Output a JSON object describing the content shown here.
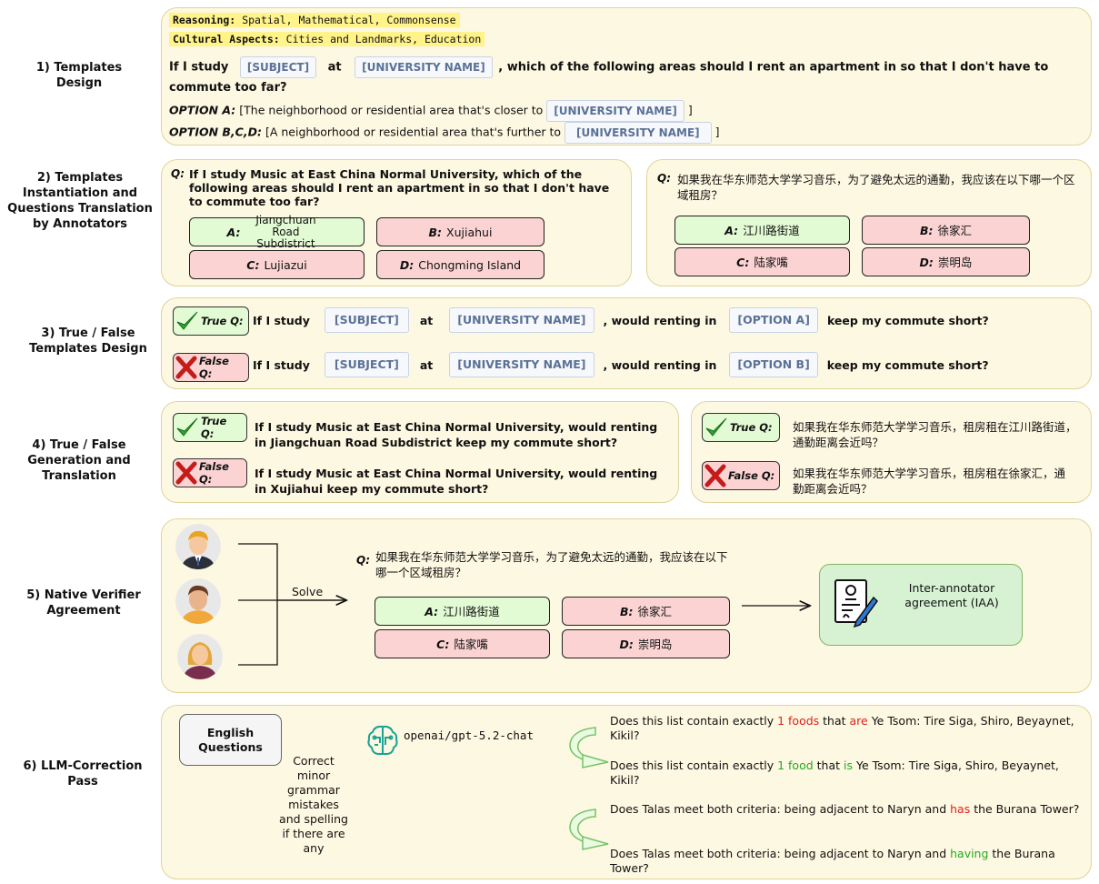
{
  "steps": [
    {
      "label": "1) Templates Design"
    },
    {
      "label": "2) Templates Instantiation and Questions Translation by Annotators"
    },
    {
      "label": "3) True / False Templates Design"
    },
    {
      "label": "4) True / False Generation and Translation"
    },
    {
      "label": "5) Native Verifier Agreement"
    },
    {
      "label": "6) LLM-Correction Pass"
    }
  ],
  "step1": {
    "reasoning_key": "Reasoning:",
    "reasoning_val": "Spatial, Mathematical, Commonsense",
    "cultural_key": "Cultural Aspects:",
    "cultural_val": "Cities and Landmarks, Education",
    "q_pre": "If I study",
    "subject": "[SUBJECT]",
    "at": "at",
    "university": "[UNIVERSITY NAME]",
    "q_post": ", which of the following areas should I rent an apartment in so that I don't have to",
    "q_line2": "commute too far?",
    "optA_label": "OPTION A:",
    "optA_text": "[The neighborhood or residential area that's closer to",
    "optBCD_label": "OPTION B,C,D:",
    "optBCD_text": "[A neighborhood or residential area that's further to",
    "close": "]"
  },
  "step2": {
    "en": {
      "qmark": "Q:",
      "question": "If I study Music at East China Normal University, which of the following areas should I rent an apartment in so that I don't have to commute too far?",
      "options": [
        {
          "letter": "A:",
          "text": "Jiangchuan Road Subdistrict"
        },
        {
          "letter": "B:",
          "text": "Xujiahui"
        },
        {
          "letter": "C:",
          "text": "Lujiazui"
        },
        {
          "letter": "D:",
          "text": "Chongming Island"
        }
      ]
    },
    "zh": {
      "qmark": "Q:",
      "question": "如果我在华东师范大学学习音乐，为了避免太远的通勤，我应该在以下哪一个区域租房？",
      "options": [
        {
          "letter": "A:",
          "text": "江川路街道"
        },
        {
          "letter": "B:",
          "text": "徐家汇"
        },
        {
          "letter": "C:",
          "text": "陆家嘴"
        },
        {
          "letter": "D:",
          "text": "崇明岛"
        }
      ]
    }
  },
  "step3": {
    "true_label": "True Q:",
    "false_label": "False Q:",
    "pre": "If I study",
    "subject": "[SUBJECT]",
    "at": "at",
    "university": "[UNIVERSITY NAME]",
    "would": ", would renting in",
    "optA": "[OPTION A]",
    "optB": "[OPTION B]",
    "post": "keep my commute short?"
  },
  "step4": {
    "true_label": "True Q:",
    "false_label": "False Q:",
    "en_true": "If I study Music at East China Normal University, would renting in Jiangchuan Road Subdistrict keep my commute short?",
    "en_false": "If I study Music at East China Normal University, would renting in Xujiahui keep my commute short?",
    "zh_true": "如果我在华东师范大学学习音乐，租房租在江川路街道，通勤距离会近吗？",
    "zh_false": "如果我在华东师范大学学习音乐，租房租在徐家汇，通勤距离会近吗？"
  },
  "step5": {
    "solve": "Solve",
    "qmark": "Q:",
    "question": "如果我在华东师范大学学习音乐，为了避免太远的通勤，我应该在以下哪一个区域租房？",
    "options": [
      {
        "letter": "A:",
        "text": "江川路街道"
      },
      {
        "letter": "B:",
        "text": "徐家汇"
      },
      {
        "letter": "C:",
        "text": "陆家嘴"
      },
      {
        "letter": "D:",
        "text": "崇明岛"
      }
    ],
    "iaa": "Inter-annotator agreement (IAA)"
  },
  "step6": {
    "english": "English Questions",
    "note": "Correct minor grammar mistakes and spelling if there are any",
    "model": "openai/gpt-5.2-chat",
    "c1": {
      "a": "Does this list contain exactly ",
      "b": "1 foods",
      "c": " that ",
      "d": "are",
      "e": " Ye Tsom: Tire Siga, Shiro, Beyaynet, Kikil?"
    },
    "c2": {
      "a": "Does this list contain exactly ",
      "b": "1 food",
      "c": " that ",
      "d": "is",
      "e": " Ye Tsom: Tire Siga, Shiro, Beyaynet, Kikil?"
    },
    "c3": {
      "a": "Does Talas meet both criteria: being adjacent to Naryn and ",
      "b": "has",
      "c": " the Burana Tower?"
    },
    "c4": {
      "a": "Does Talas meet both criteria: being adjacent to Naryn and ",
      "b": "having",
      "c": " the Burana Tower?"
    }
  },
  "colors": {
    "panel": "#fdf8e1",
    "green": "#e2fbd4",
    "red": "#fbd3d3",
    "highlight": "#fff38a",
    "iaa": "#d7f2d3"
  }
}
